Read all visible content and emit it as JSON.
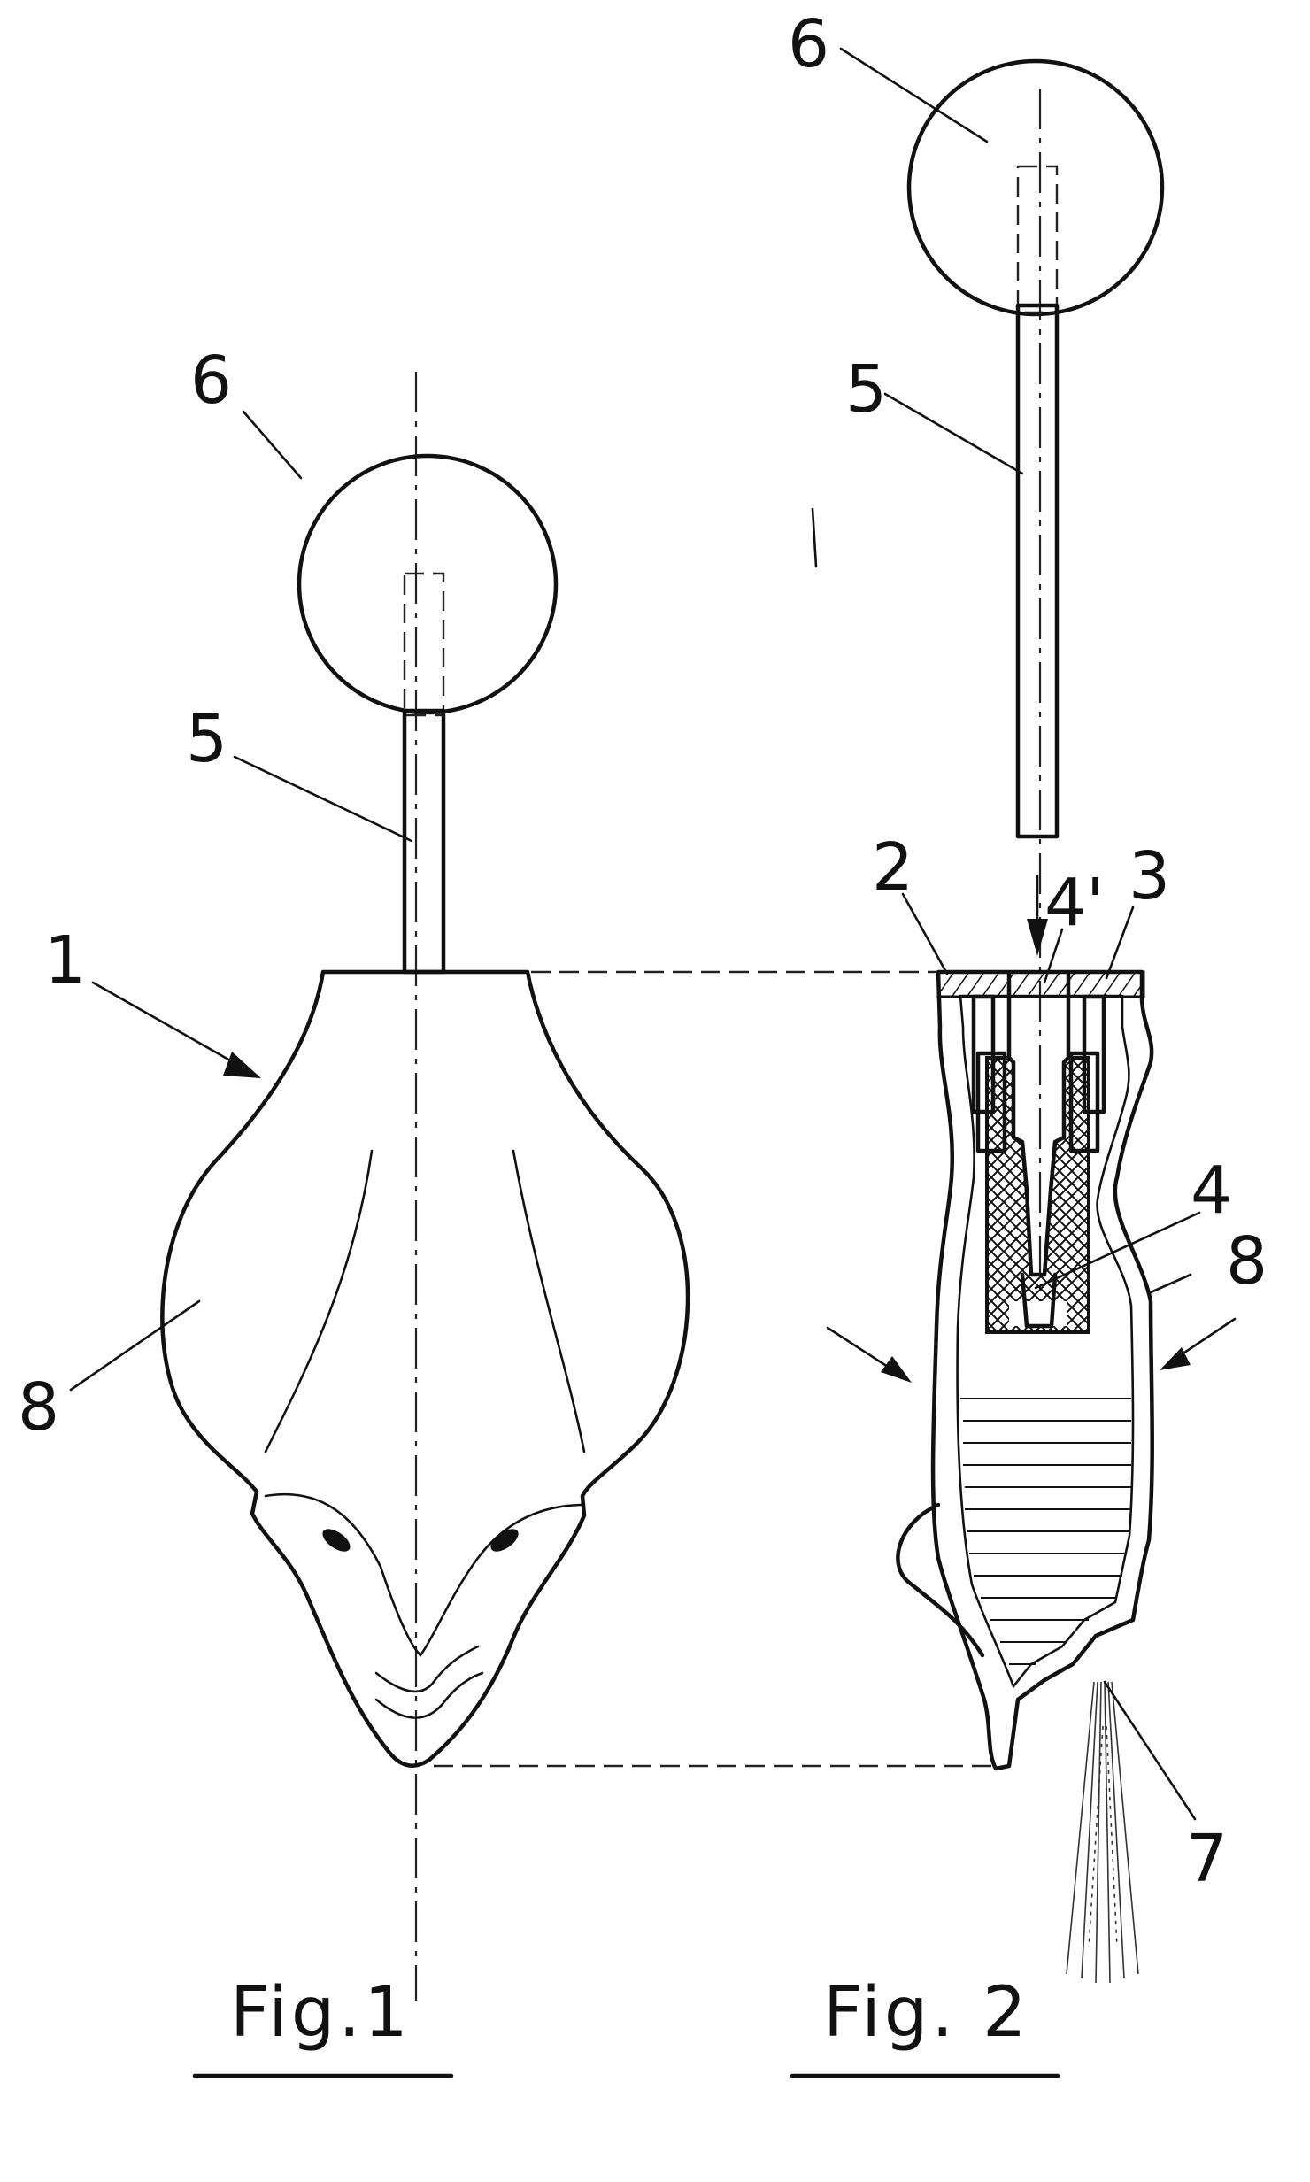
{
  "figure1": {
    "caption": "Fig.1",
    "labels": {
      "l1": "1",
      "l5": "5",
      "l6": "6",
      "l8": "8"
    }
  },
  "figure2": {
    "caption": "Fig. 2",
    "labels": {
      "l2": "2",
      "l3": "3",
      "l4": "4",
      "l4p": "4'",
      "l5": "5",
      "l6": "6",
      "l7": "7",
      "l8": "8"
    }
  }
}
